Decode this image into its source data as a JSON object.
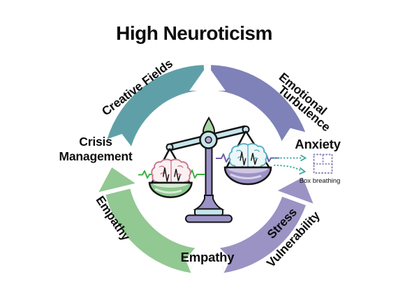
{
  "title": "High Neuroticism",
  "ring": {
    "segments": [
      {
        "name": "creative-fields",
        "label": "Creative Fields",
        "color": "#5FA0A8"
      },
      {
        "name": "emotional-turbulence",
        "line1": "Emotional",
        "line2": "Turbulence",
        "color": "#7F82B8"
      },
      {
        "name": "empathy",
        "label": "Empathy",
        "color": "#92C892"
      },
      {
        "name": "stress-vulnerability",
        "line1": "Stress",
        "line2": "Vulnerability",
        "color": "#9A93C4"
      }
    ],
    "outer_labels": {
      "crisis_line1": "Crisis",
      "crisis_line2": "Management",
      "anxiety": "Anxiety",
      "empathy_bottom": "Empathy"
    },
    "up_arrow_color": "#FFFFFF"
  },
  "annotation": {
    "box_breathing_label": "Box breathing",
    "arrow_color": "#3FA99C",
    "box_color": "#8A84B8"
  },
  "scale": {
    "beam_color": "#C6E5EB",
    "pole_color": "#9B93C6",
    "pivot_inner_color": "#B3A8D2",
    "finial_color": "#A9D4A5",
    "left_bowl_color": "#8FC78F",
    "left_bowl_top_color": "#D6ECD4",
    "right_bowl_color": "#9C92C6",
    "right_bowl_top_color": "#CFC7E3",
    "left_brain_color": "#C9758D",
    "left_brain_fill": "#FBF0F2",
    "right_brain_color": "#4FADBE",
    "right_brain_fill": "#EBF6F8",
    "ecg_left_color": "#3CB043",
    "ecg_right_color": "#6E5FA8",
    "outline_color": "#141414"
  },
  "icons": {
    "up_arrow": "↑",
    "balance_scale": "⚖",
    "brain": "🧠",
    "ecg_wave": "〜",
    "dotted_arrow": "⇢",
    "breathing_box": "▢"
  }
}
